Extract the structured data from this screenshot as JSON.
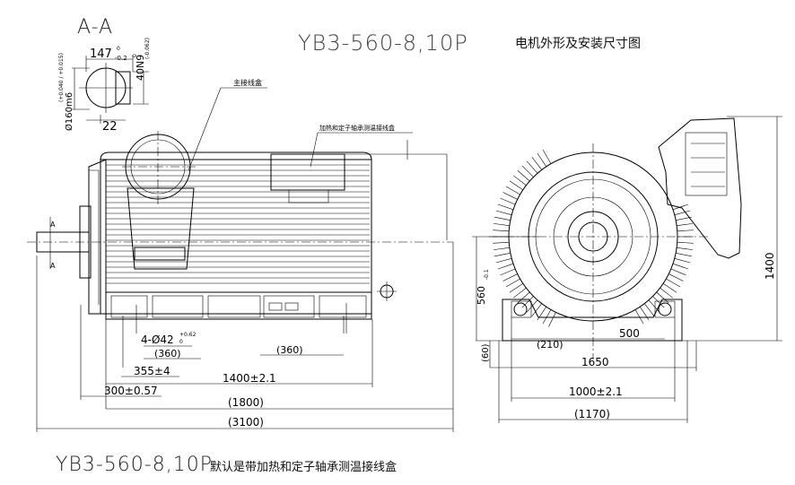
{
  "header": {
    "section_label": "A-A",
    "model": "YB3-560-8,10P",
    "title_cn": "电机外形及安装尺寸图"
  },
  "footer": {
    "model": "YB3-560-8,10P",
    "note_cn": "默认是带加热和定子轴承测温接线盒"
  },
  "callouts": {
    "main_terminal_box": "主接线盒",
    "aux_terminal_box": "加热和定子轴承测温接线盒"
  },
  "shaft_detail": {
    "keyway_width": "147",
    "keyway_tol": "-0.2",
    "keyway_tol_top": "0",
    "key": "40N9",
    "key_tol": "(-0.062)",
    "key_tol_top": "0",
    "diameter": "Ø160m6",
    "diameter_tol": "(+0.040 / +0.015)",
    "shoulder": "22"
  },
  "section_marks": {
    "upper": "A",
    "lower": "A"
  },
  "side_view_dims": {
    "holes": "4-Ø42",
    "holes_tol_top": "+0.62",
    "holes_tol_bottom": "0",
    "d360_left": "(360)",
    "d360_right": "(360)",
    "d355": "355±4",
    "d1400": "1400±2.1",
    "d300": "300±0.57",
    "d1800": "(1800)",
    "d3100": "(3100)"
  },
  "end_view_dims": {
    "shaft_height": "560",
    "shaft_height_tol": "-0.1",
    "d60": "(60)",
    "d210": "(210)",
    "d500": "500",
    "d1650": "1650",
    "d1000": "1000±2.1",
    "d1170": "(1170)",
    "d1400": "1400"
  }
}
